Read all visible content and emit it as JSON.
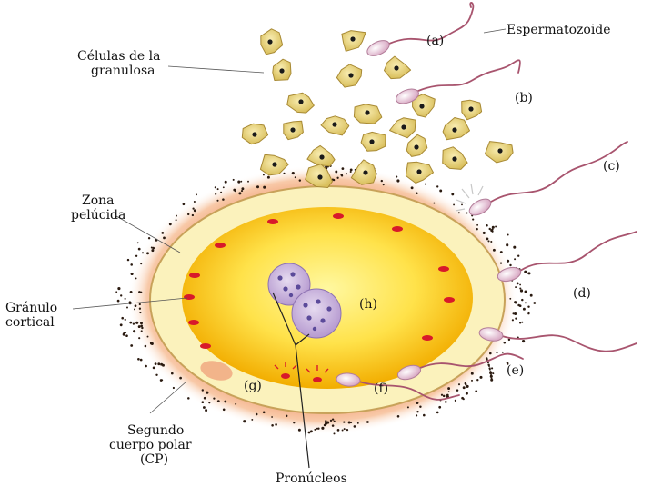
{
  "labels": {
    "espermatozoide": "Espermatozoide",
    "granulosa_line1": "Células de la",
    "granulosa_line2": "granulosa",
    "zona_line1": "Zona",
    "zona_line2": "pelúcida",
    "granulo_line1": "Gránulo",
    "granulo_line2": "cortical",
    "cp_line1": "Segundo",
    "cp_line2": "cuerpo polar",
    "cp_line3": "(CP)",
    "pronucleos": "Pronúcleos"
  },
  "tags": {
    "a": "(a)",
    "b": "(b)",
    "c": "(c)",
    "d": "(d)",
    "e": "(e)",
    "f": "(f)",
    "g": "(g)",
    "h": "(h)"
  },
  "colors": {
    "corona": "#f7c6a4",
    "zona": "#fbf1b6",
    "zona_edge": "#c9a65a",
    "ooplasm_center": "#fff07a",
    "ooplasm_edge": "#f0b300",
    "granule": "#d8192a",
    "cell_fill": "#efdb82",
    "cell_nucleus": "#1a1a1a",
    "sperm_head": "#ead0e0",
    "sperm_tail": "#a8546e",
    "pronucleus": "#cdb6de",
    "pronucleus_dot": "#5b4a9a",
    "polar_body": "#f2b48a"
  }
}
